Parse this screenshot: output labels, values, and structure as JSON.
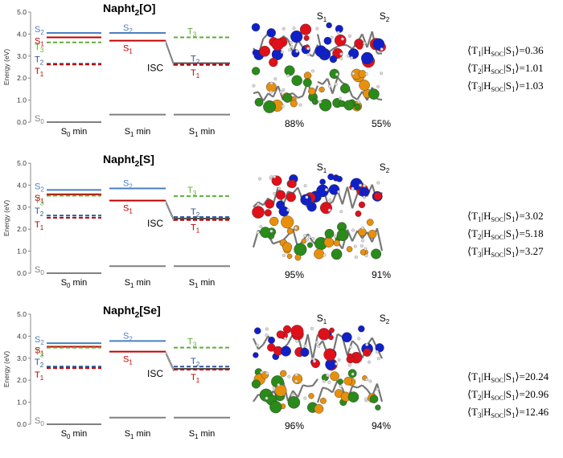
{
  "colors": {
    "S2": "#4a7fbf",
    "S1": "#c00000",
    "T3": "#5fae3a",
    "T2": "#2f5597",
    "T1": "#c00000",
    "S0": "#808080",
    "axis": "#888888",
    "orb_red": "#e0101a",
    "orb_blue": "#1020c8",
    "orb_orange": "#e8900c",
    "orb_green": "#2a8a1a"
  },
  "y_axis": {
    "label": "Energy (eV)",
    "ticks": [
      "0.0",
      "1.0",
      "2.0",
      "3.0",
      "4.0",
      "5.0"
    ],
    "min": 0,
    "max": 5
  },
  "common": {
    "xlabels": [
      "S0 min",
      "S1 min",
      "S1 min"
    ],
    "isc_label": "ISC",
    "state_labels": {
      "S0": "S0",
      "S1": "S1",
      "S2": "S2",
      "T1": "T1",
      "T2": "T2",
      "T3": "T3"
    },
    "orbital_titles": [
      "S1",
      "S2"
    ]
  },
  "panels": [
    {
      "title_main": "Napht",
      "title_sub": "2",
      "title_suffix": "[O]",
      "s0min": {
        "S0": 0.0,
        "S1": 3.85,
        "S2": 4.05,
        "T1": 2.62,
        "T2": 2.65,
        "T3": 3.62
      },
      "s1min_a": {
        "S0": 0.34,
        "S1": 3.7,
        "S2": 4.05
      },
      "s1min_b": {
        "S0": 0.34,
        "S1": 2.68,
        "T1": 2.6,
        "T2": 2.65,
        "T3": 3.85
      },
      "percents": [
        "88%",
        "55%"
      ],
      "soc": [
        {
          "t": "T1",
          "value": "=0.36"
        },
        {
          "t": "T2",
          "value": "=1.01"
        },
        {
          "t": "T3",
          "value": "=1.03"
        }
      ]
    },
    {
      "title_main": "Napht",
      "title_sub": "2",
      "title_suffix": "[S]",
      "s0min": {
        "S0": 0.0,
        "S1": 3.58,
        "S2": 3.78,
        "T1": 2.52,
        "T2": 2.62,
        "T3": 3.52
      },
      "s1min_a": {
        "S0": 0.32,
        "S1": 3.3,
        "S2": 3.85
      },
      "s1min_b": {
        "S0": 0.32,
        "S1": 2.48,
        "T1": 2.42,
        "T2": 2.55,
        "T3": 3.5
      },
      "percents": [
        "95%",
        "91%"
      ],
      "soc": [
        {
          "t": "T1",
          "value": "=3.02"
        },
        {
          "t": "T2",
          "value": "=5.18"
        },
        {
          "t": "T3",
          "value": "=3.27"
        }
      ]
    },
    {
      "title_main": "Napht",
      "title_sub": "2",
      "title_suffix": "[Se]",
      "s0min": {
        "S0": 0.0,
        "S1": 3.52,
        "S2": 3.68,
        "T1": 2.55,
        "T2": 2.62,
        "T3": 3.48
      },
      "s1min_a": {
        "S0": 0.3,
        "S1": 3.3,
        "S2": 3.78
      },
      "s1min_b": {
        "S0": 0.3,
        "S1": 2.52,
        "T1": 2.48,
        "T2": 2.62,
        "T3": 3.48
      },
      "percents": [
        "96%",
        "94%"
      ],
      "soc": [
        {
          "t": "T1",
          "value": "=20.24"
        },
        {
          "t": "T2",
          "value": "=20.96"
        },
        {
          "t": "T3",
          "value": "=12.46"
        }
      ]
    }
  ]
}
